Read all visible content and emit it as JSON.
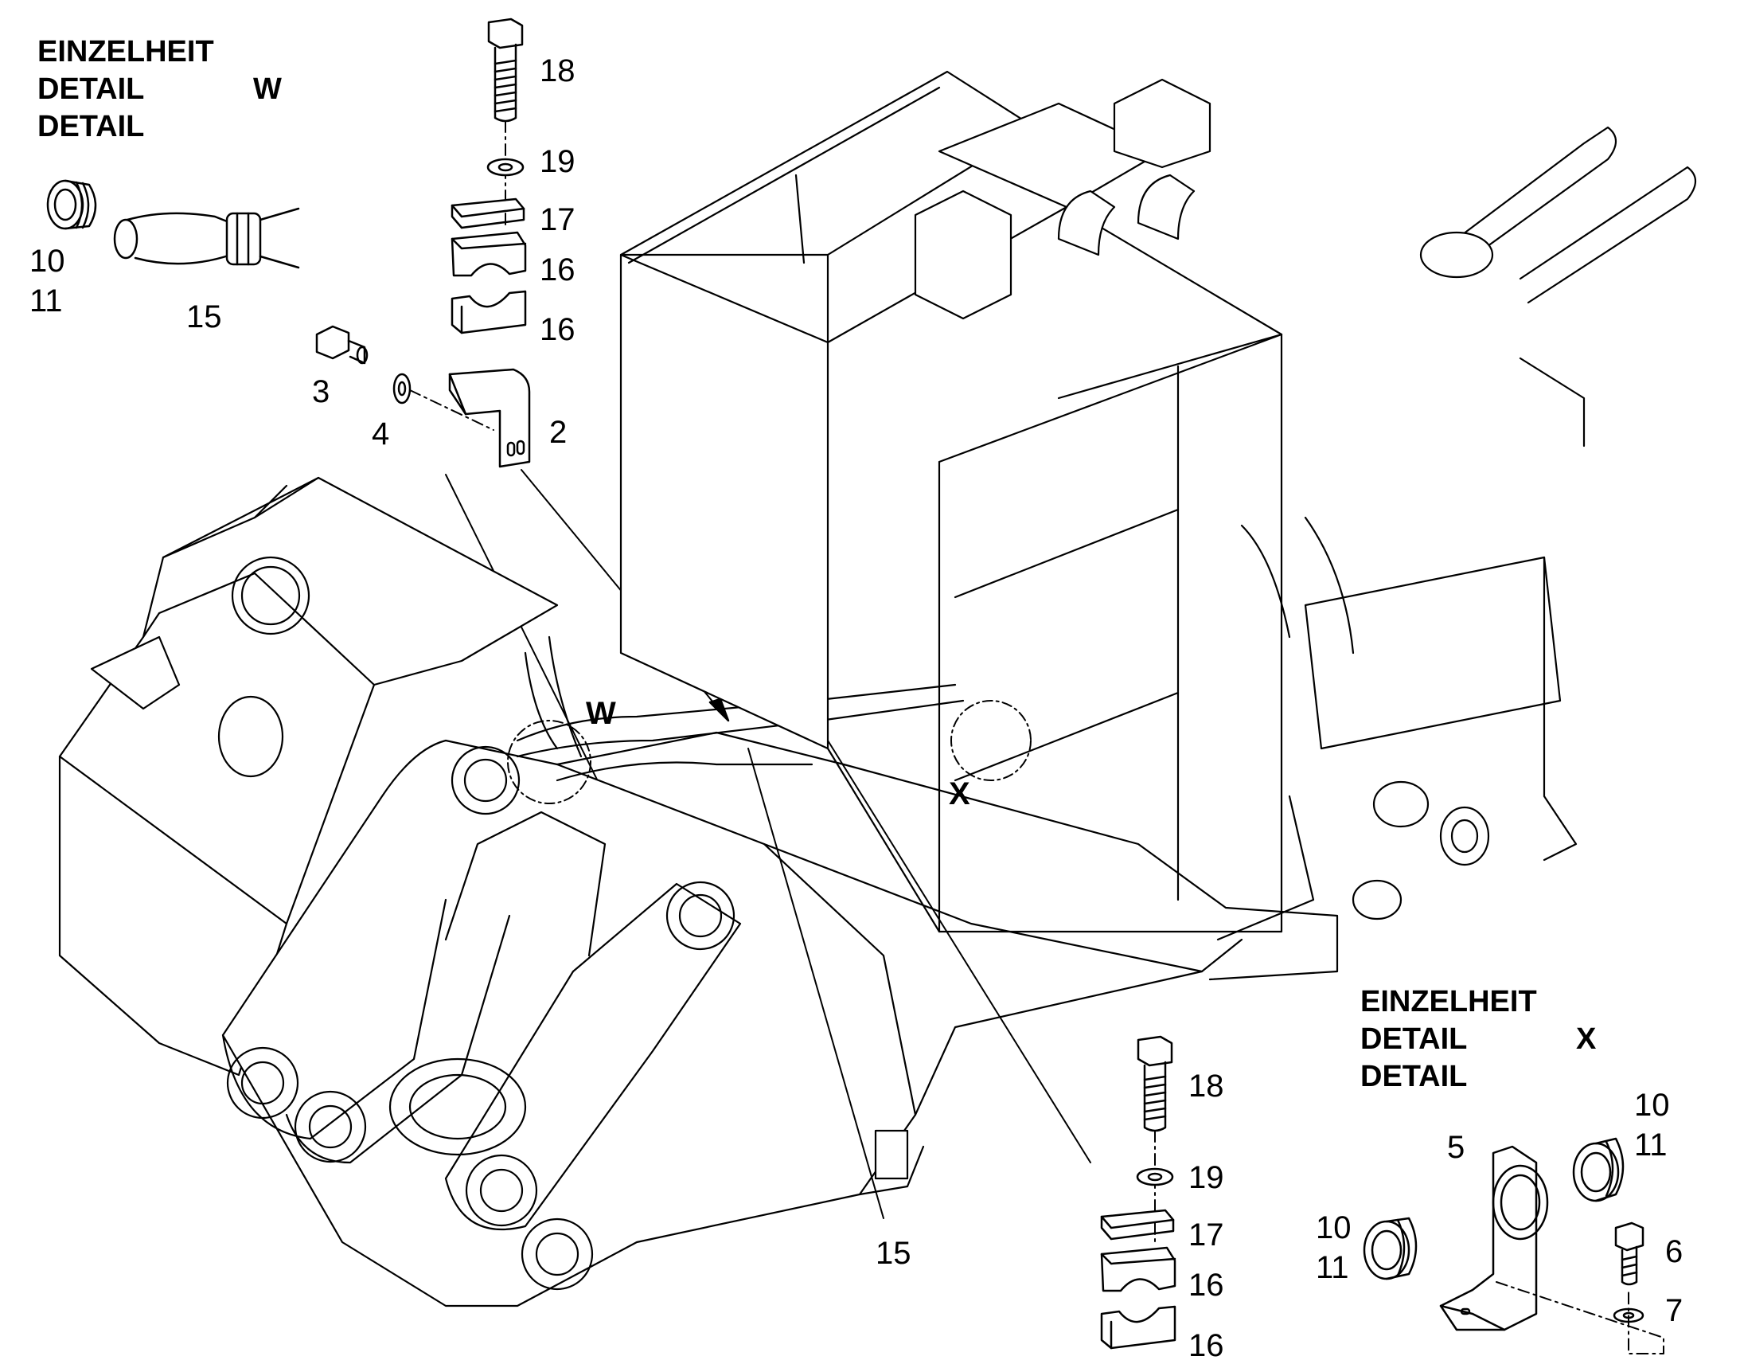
{
  "detail_w": {
    "line1": "EINZELHEIT",
    "line2": "DETAIL",
    "line3": "DETAIL",
    "letter": "W"
  },
  "detail_x": {
    "line1": "EINZELHEIT",
    "line2": "DETAIL",
    "line3": "DETAIL",
    "letter": "X"
  },
  "marker_w": "W",
  "marker_x": "X",
  "callouts": {
    "top_bolt": "18",
    "top_washer": "19",
    "top_plate": "17",
    "top_clamp_upper": "16",
    "top_clamp_lower": "16",
    "screw": "3",
    "washer": "4",
    "bracket": "2",
    "w_fitting_a": "10",
    "w_fitting_b": "11",
    "w_hose": "15",
    "bottom_hose": "15",
    "bot_bolt": "18",
    "bot_washer": "19",
    "bot_plate": "17",
    "bot_clamp_upper": "16",
    "bot_clamp_lower": "16",
    "x_bracket": "5",
    "x_fitting_right_a": "10",
    "x_fitting_right_b": "11",
    "x_fitting_left_a": "10",
    "x_fitting_left_b": "11",
    "x_bolt": "6",
    "x_washer": "7"
  }
}
